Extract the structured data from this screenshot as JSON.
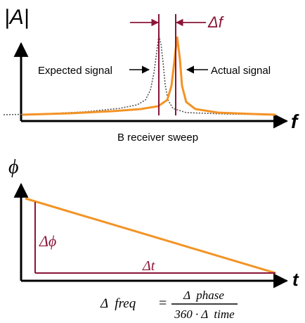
{
  "colors": {
    "axis": "#000000",
    "actual": "#f39325",
    "expected": "#555555",
    "marker": "#8a1538"
  },
  "top_plot": {
    "y_axis_label": "|A|",
    "x_axis_label": "f",
    "delta_label": "Δf",
    "expected_label": "Expected signal",
    "actual_label": "Actual signal",
    "caption": "B receiver sweep"
  },
  "bottom_plot": {
    "y_axis_label": "ϕ",
    "x_axis_label": "t",
    "delta_phi_label": "Δϕ",
    "delta_t_label": "Δt"
  },
  "formula": {
    "lhs": "Δ  freq",
    "equals": "=",
    "numerator": "Δ  phase",
    "denominator": "360 · Δ  time"
  }
}
